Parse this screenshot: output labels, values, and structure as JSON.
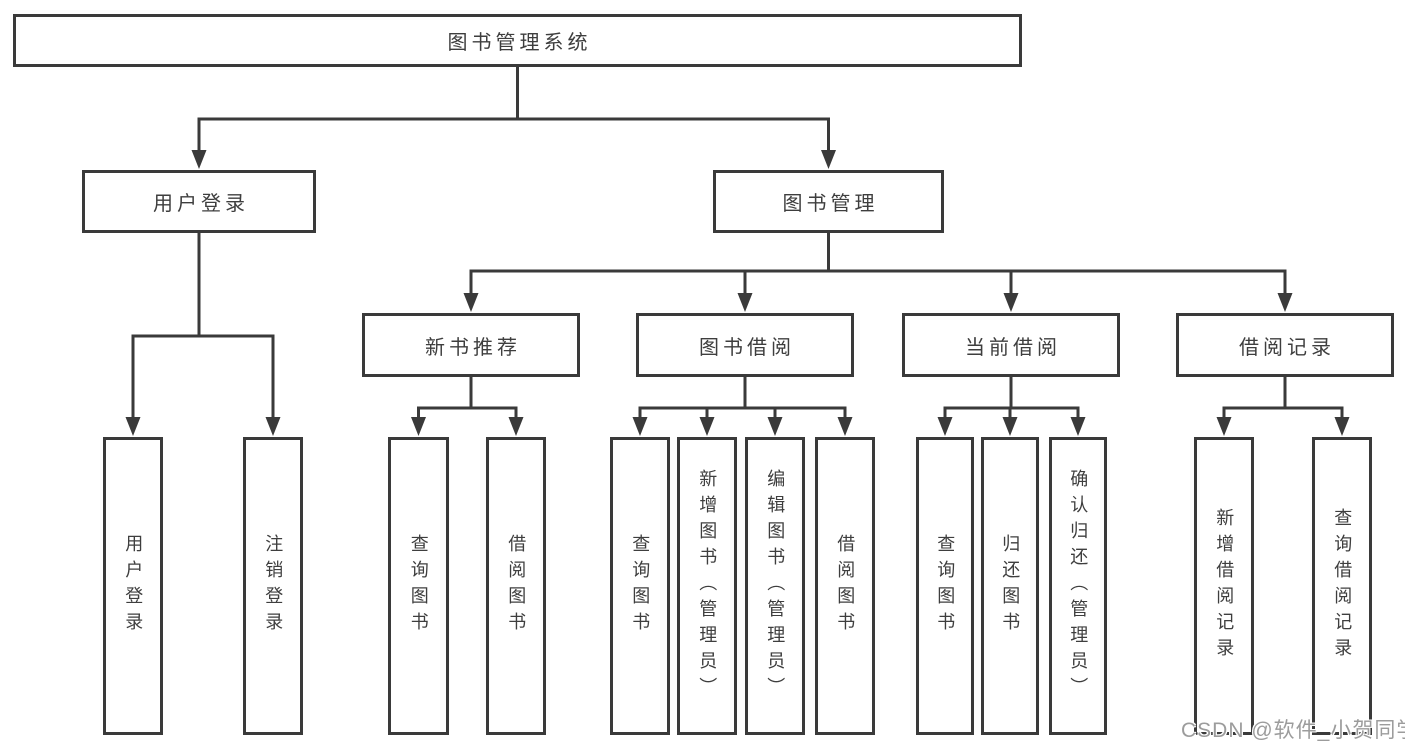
{
  "diagram": {
    "tree": {
      "root": {
        "label": "图书管理系统"
      },
      "branches": [
        {
          "label": "用户登录",
          "children": [
            {
              "label": "用户登录"
            },
            {
              "label": "注销登录"
            }
          ]
        },
        {
          "label": "图书管理",
          "children": [
            {
              "label": "新书推荐",
              "children": [
                {
                  "label": "查询图书"
                },
                {
                  "label": "借阅图书"
                }
              ]
            },
            {
              "label": "图书借阅",
              "children": [
                {
                  "label": "查询图书"
                },
                {
                  "label": "新增图书（管理员）"
                },
                {
                  "label": "编辑图书（管理员）"
                },
                {
                  "label": "借阅图书"
                }
              ]
            },
            {
              "label": "当前借阅",
              "children": [
                {
                  "label": "查询图书"
                },
                {
                  "label": "归还图书"
                },
                {
                  "label": "确认归还（管理员）"
                }
              ]
            },
            {
              "label": "借阅记录",
              "children": [
                {
                  "label": "新增借阅记录"
                },
                {
                  "label": "查询借阅记录"
                }
              ]
            }
          ]
        }
      ]
    },
    "colors": {
      "line": "#3a3a3a",
      "text": "#3e3e3e",
      "background": "#ffffff",
      "watermark": "#9c9c9c"
    }
  },
  "watermark": {
    "text": "CSDN @软件_小贺同学"
  }
}
